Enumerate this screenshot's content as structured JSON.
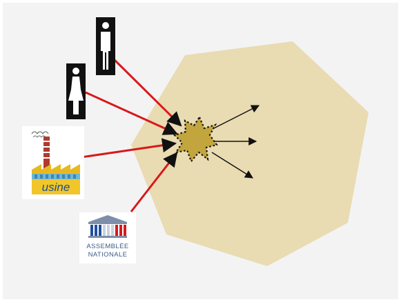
{
  "diagram": {
    "colors": {
      "background": "#f3f3f3",
      "region_fill": "#e9dbb2",
      "center_fill": "#c2a53d",
      "incoming_arrow": "#d7191c",
      "outgoing_arrow": "#111111",
      "pictogram_box": "#111111",
      "pictogram_figure": "#ffffff"
    },
    "actors": [
      {
        "id": "man",
        "icon": "man-icon"
      },
      {
        "id": "woman",
        "icon": "woman-icon"
      },
      {
        "id": "factory",
        "icon": "factory-icon",
        "label": "usine"
      },
      {
        "id": "parliament",
        "icon": "parliament-icon",
        "label_line1": "ASSEMBLÉE",
        "label_line2": "NATIONALE"
      }
    ],
    "center_node": {
      "icon": "star-burst-node"
    },
    "outgoing_arrows": 3
  }
}
